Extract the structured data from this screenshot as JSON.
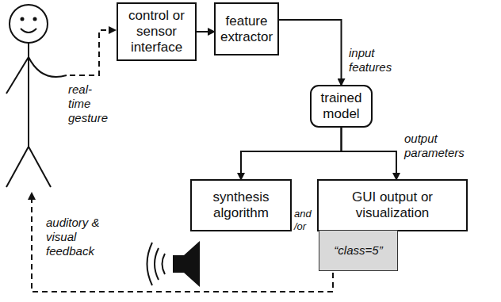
{
  "diagram": {
    "nodes": [
      {
        "text": [
          "control or sensor interface"
        ]
      },
      {
        "text": [
          "feature extractor"
        ]
      },
      {
        "text": [
          "trained model"
        ]
      },
      {
        "text": [
          "synthesis algorithm"
        ]
      },
      {
        "text": [
          "GUI output or visualization"
        ]
      },
      {
        "text": [
          "“class=5”"
        ]
      }
    ],
    "edges": [
      {
        "from": 0,
        "to": 1,
        "arrow": "to"
      },
      {
        "from": 1,
        "to": 2,
        "label": "input features",
        "arrow": "to"
      },
      {
        "from": 2,
        "to": 3,
        "arrow": "to"
      },
      {
        "from": 2,
        "to": 4,
        "label": "output parameters",
        "arrow": "to"
      }
    ],
    "labels": [
      "real-time gesture",
      "and /or",
      "auditory & visual feedback"
    ]
  }
}
